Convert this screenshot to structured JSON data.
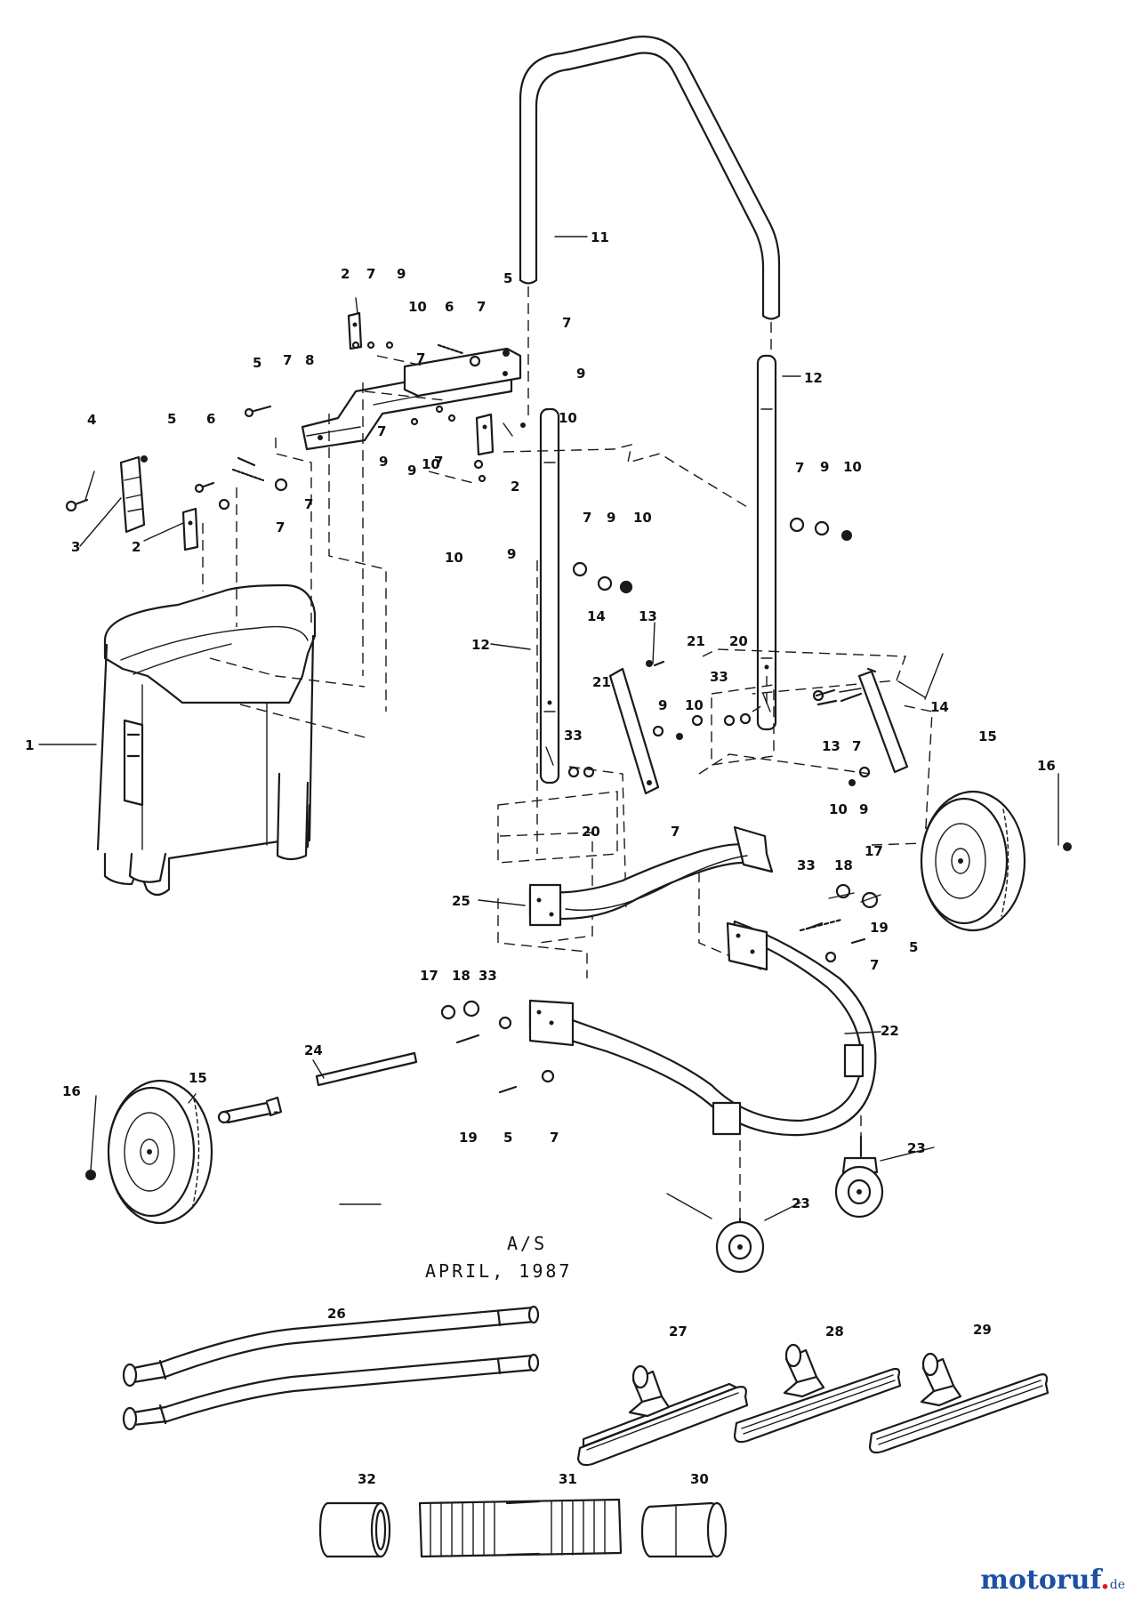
{
  "diagram": {
    "revision_code": "A/S",
    "revision_date": "APRIL, 1987",
    "parts": [
      {
        "id": "p1",
        "label": "1"
      },
      {
        "id": "p2a",
        "label": "2"
      },
      {
        "id": "p2b",
        "label": "2"
      },
      {
        "id": "p2c",
        "label": "2"
      },
      {
        "id": "p3",
        "label": "3"
      },
      {
        "id": "p4",
        "label": "4"
      },
      {
        "id": "p5a",
        "label": "5"
      },
      {
        "id": "p5b",
        "label": "5"
      },
      {
        "id": "p5c",
        "label": "5"
      },
      {
        "id": "p5d",
        "label": "5"
      },
      {
        "id": "p5e",
        "label": "5"
      },
      {
        "id": "p6a",
        "label": "6"
      },
      {
        "id": "p6b",
        "label": "6"
      },
      {
        "id": "p7a",
        "label": "7"
      },
      {
        "id": "p7b",
        "label": "7"
      },
      {
        "id": "p7c",
        "label": "7"
      },
      {
        "id": "p7d",
        "label": "7"
      },
      {
        "id": "p7e",
        "label": "7"
      },
      {
        "id": "p7f",
        "label": "7"
      },
      {
        "id": "p7g",
        "label": "7"
      },
      {
        "id": "p7h",
        "label": "7"
      },
      {
        "id": "p7i",
        "label": "7"
      },
      {
        "id": "p7j",
        "label": "7"
      },
      {
        "id": "p7k",
        "label": "7"
      },
      {
        "id": "p7l",
        "label": "7"
      },
      {
        "id": "p7m",
        "label": "7"
      },
      {
        "id": "p7n",
        "label": "7"
      },
      {
        "id": "p7o",
        "label": "7"
      },
      {
        "id": "p8",
        "label": "8"
      },
      {
        "id": "p9a",
        "label": "9"
      },
      {
        "id": "p9b",
        "label": "9"
      },
      {
        "id": "p9c",
        "label": "9"
      },
      {
        "id": "p9d",
        "label": "9"
      },
      {
        "id": "p9e",
        "label": "9"
      },
      {
        "id": "p9f",
        "label": "9"
      },
      {
        "id": "p9g",
        "label": "9"
      },
      {
        "id": "p9h",
        "label": "9"
      },
      {
        "id": "p9i",
        "label": "9"
      },
      {
        "id": "p10a",
        "label": "10"
      },
      {
        "id": "p10b",
        "label": "10"
      },
      {
        "id": "p10c",
        "label": "10"
      },
      {
        "id": "p10d",
        "label": "10"
      },
      {
        "id": "p10e",
        "label": "10"
      },
      {
        "id": "p10f",
        "label": "10"
      },
      {
        "id": "p10g",
        "label": "10"
      },
      {
        "id": "p10h",
        "label": "10"
      },
      {
        "id": "p11",
        "label": "11"
      },
      {
        "id": "p12a",
        "label": "12"
      },
      {
        "id": "p12b",
        "label": "12"
      },
      {
        "id": "p13a",
        "label": "13"
      },
      {
        "id": "p13b",
        "label": "13"
      },
      {
        "id": "p14a",
        "label": "14"
      },
      {
        "id": "p14b",
        "label": "14"
      },
      {
        "id": "p15a",
        "label": "15"
      },
      {
        "id": "p15b",
        "label": "15"
      },
      {
        "id": "p16a",
        "label": "16"
      },
      {
        "id": "p16b",
        "label": "16"
      },
      {
        "id": "p17a",
        "label": "17"
      },
      {
        "id": "p17b",
        "label": "17"
      },
      {
        "id": "p18a",
        "label": "18"
      },
      {
        "id": "p18b",
        "label": "18"
      },
      {
        "id": "p19a",
        "label": "19"
      },
      {
        "id": "p19b",
        "label": "19"
      },
      {
        "id": "p20a",
        "label": "20"
      },
      {
        "id": "p20b",
        "label": "20"
      },
      {
        "id": "p21a",
        "label": "21"
      },
      {
        "id": "p21b",
        "label": "21"
      },
      {
        "id": "p22",
        "label": "22"
      },
      {
        "id": "p23a",
        "label": "23"
      },
      {
        "id": "p23b",
        "label": "23"
      },
      {
        "id": "p24",
        "label": "24"
      },
      {
        "id": "p25",
        "label": "25"
      },
      {
        "id": "p26",
        "label": "26"
      },
      {
        "id": "p27",
        "label": "27"
      },
      {
        "id": "p28",
        "label": "28"
      },
      {
        "id": "p29",
        "label": "29"
      },
      {
        "id": "p30",
        "label": "30"
      },
      {
        "id": "p31",
        "label": "31"
      },
      {
        "id": "p32",
        "label": "32"
      },
      {
        "id": "p33a",
        "label": "33"
      },
      {
        "id": "p33b",
        "label": "33"
      },
      {
        "id": "p33c",
        "label": "33"
      },
      {
        "id": "p33d",
        "label": "33"
      }
    ]
  },
  "watermark": {
    "name": "motoruf",
    "tld": "de"
  },
  "colors": {
    "ink": "#1a1a1a",
    "paper": "#ffffff",
    "brand_blue": "#1e4fa3",
    "brand_red": "#d81e1e"
  }
}
